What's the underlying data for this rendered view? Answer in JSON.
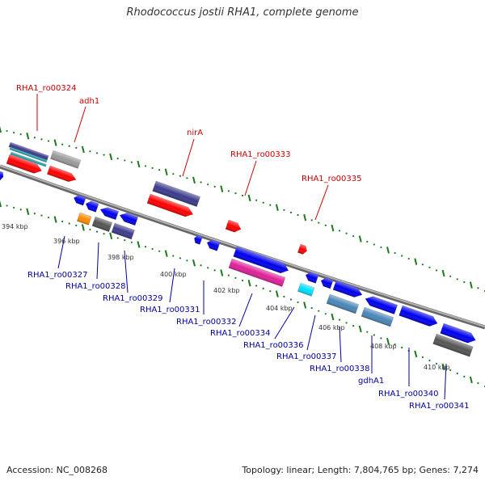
{
  "title": "Rhodococcus jostii RHA1, complete genome",
  "footer": {
    "accession": "Accession: NC_008268",
    "summary": "Topology: linear; Length: 7,804,765 bp; Genes: 7,274"
  },
  "colors": {
    "backbone": "#8a8a8a",
    "grid_dot": "#1a7a1a",
    "grid_tick": "#1a7a1a",
    "label_top": "#cc0000",
    "label_bottom": "#00009c",
    "red": "#ff0000",
    "blue": "#0000ee",
    "slate": "#3c3c8c",
    "gray": "#9a9a9a",
    "dark_gray": "#555555",
    "teal": "#20a0b0",
    "orange": "#ff8c00",
    "magenta": "#e0209a",
    "cyan": "#00e0ff",
    "steel": "#4a86b8"
  },
  "scale_labels": [
    "394 kbp",
    "396 kbp",
    "398 kbp",
    "400 kbp",
    "402 kbp",
    "404 kbp",
    "406 kbp",
    "408 kbp",
    "410 kbp"
  ],
  "top_labels": [
    "RHA1_ro00324",
    "adh1",
    "nirA",
    "RHA1_ro00333",
    "RHA1_ro00335"
  ],
  "bottom_labels": [
    "RHA1_ro00327",
    "RHA1_ro00328",
    "RHA1_ro00329",
    "RHA1_ro00331",
    "RHA1_ro00332",
    "RHA1_ro00334",
    "RHA1_ro00336",
    "RHA1_ro00337",
    "RHA1_ro00338",
    "gdhA1",
    "RHA1_ro00340",
    "RHA1_ro00341"
  ]
}
